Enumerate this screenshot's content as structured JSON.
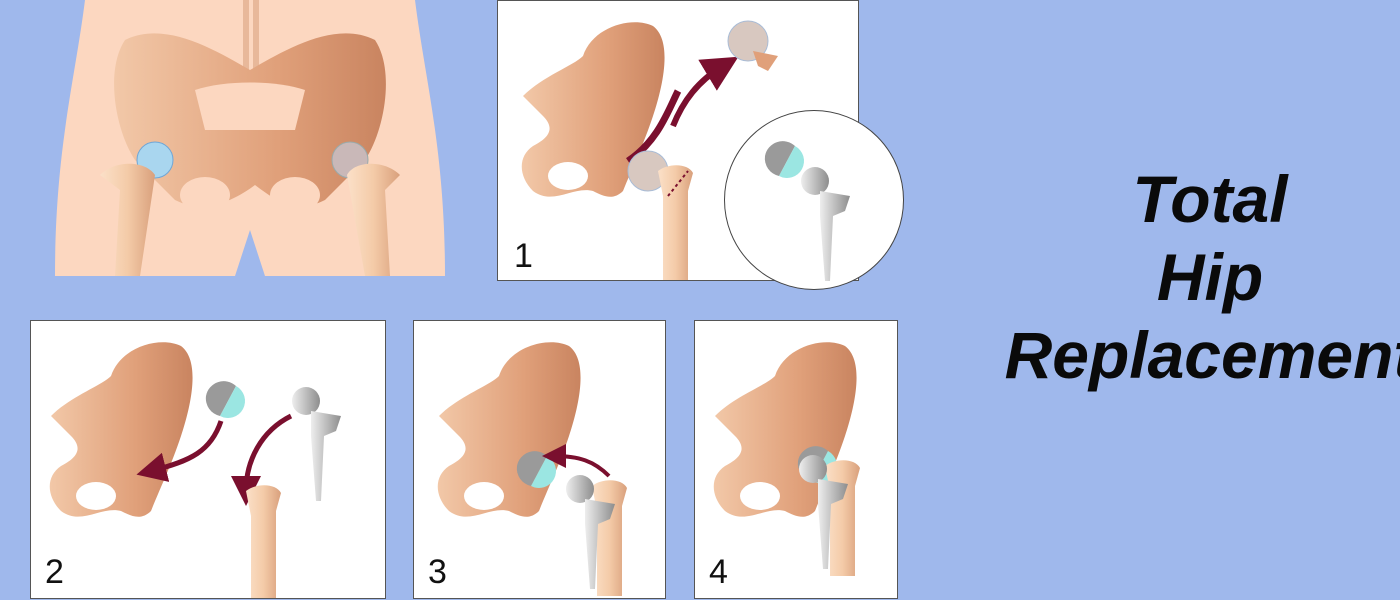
{
  "title": {
    "line1": "Total",
    "line2": "Hip",
    "line3": "Replacement"
  },
  "steps": [
    {
      "number": "1"
    },
    {
      "number": "2"
    },
    {
      "number": "3"
    },
    {
      "number": "4"
    }
  ],
  "colors": {
    "background": "#9fb8ec",
    "bone": "#e0a47c",
    "skin": "#fcd7c0",
    "implant": "#b5b5b5",
    "cup_liner": "#8fe0e0",
    "arrow": "#7a0f2e"
  }
}
